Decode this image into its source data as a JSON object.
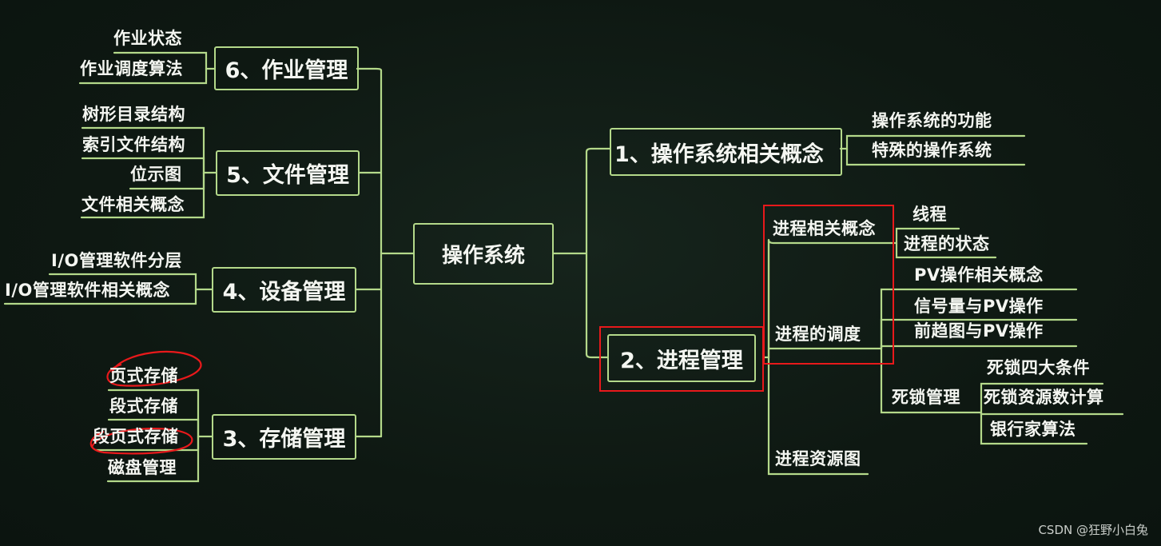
{
  "center": "操作系统",
  "categories": {
    "c1": "1、操作系统相关概念",
    "c2": "2、进程管理",
    "c3": "3、存储管理",
    "c4": "4、设备管理",
    "c5": "5、文件管理",
    "c6": "6、作业管理"
  },
  "c1_items": [
    "操作系统的功能",
    "特殊的操作系统"
  ],
  "c2_items": {
    "related": "进程相关概念",
    "related_children": [
      "线程",
      "进程的状态"
    ],
    "scheduling": "进程的调度",
    "scheduling_children": [
      "PV操作相关概念",
      "信号量与PV操作",
      "前趋图与PV操作"
    ],
    "deadlock": "死锁管理",
    "deadlock_children": [
      "死锁四大条件",
      "死锁资源数计算",
      "银行家算法"
    ],
    "resource": "进程资源图"
  },
  "c3_items": [
    "页式存储",
    "段式存储",
    "段页式存储",
    "磁盘管理"
  ],
  "c4_items": [
    "I/O管理软件分层",
    "I/O管理软件相关概念"
  ],
  "c5_items": [
    "树形目录结构",
    "索引文件结构",
    "位示图",
    "文件相关概念"
  ],
  "c6_items": [
    "作业状态",
    "作业调度算法"
  ],
  "watermark": "CSDN @狂野小白兔",
  "colors": {
    "line": "#b4d98a",
    "highlight": "#e8191b",
    "background": "#0f1a14"
  }
}
